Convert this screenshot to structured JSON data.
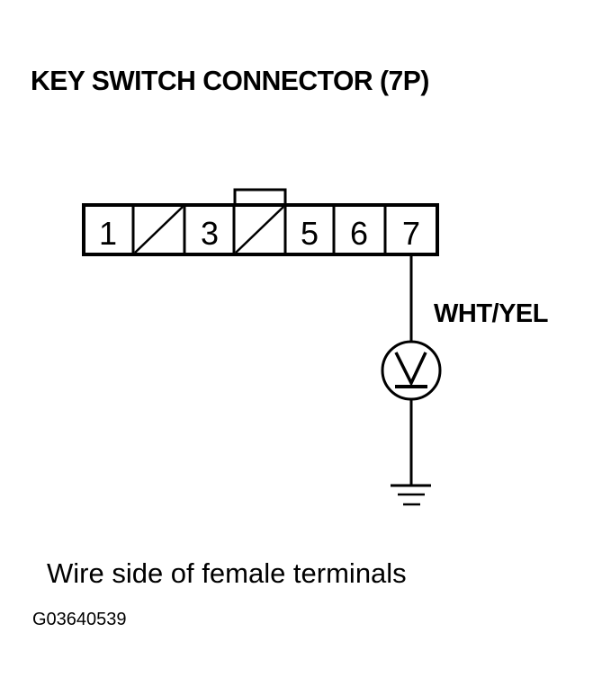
{
  "title": "KEY SWITCH CONNECTOR (7P)",
  "connector": {
    "pins": [
      {
        "label": "1",
        "empty": false
      },
      {
        "label": "",
        "empty": true
      },
      {
        "label": "3",
        "empty": false
      },
      {
        "label": "",
        "empty": true
      },
      {
        "label": "5",
        "empty": false
      },
      {
        "label": "6",
        "empty": false
      },
      {
        "label": "7",
        "empty": false
      }
    ],
    "pin_count": "7P"
  },
  "wire": {
    "color_label": "WHT/YEL",
    "from_pin": "7"
  },
  "meter_symbol": "voltmeter-icon",
  "ground_symbol": "ground-icon",
  "caption": "Wire side of female terminals",
  "figure_id": "G03640539",
  "colors": {
    "ink": "#000000",
    "background": "#ffffff"
  }
}
